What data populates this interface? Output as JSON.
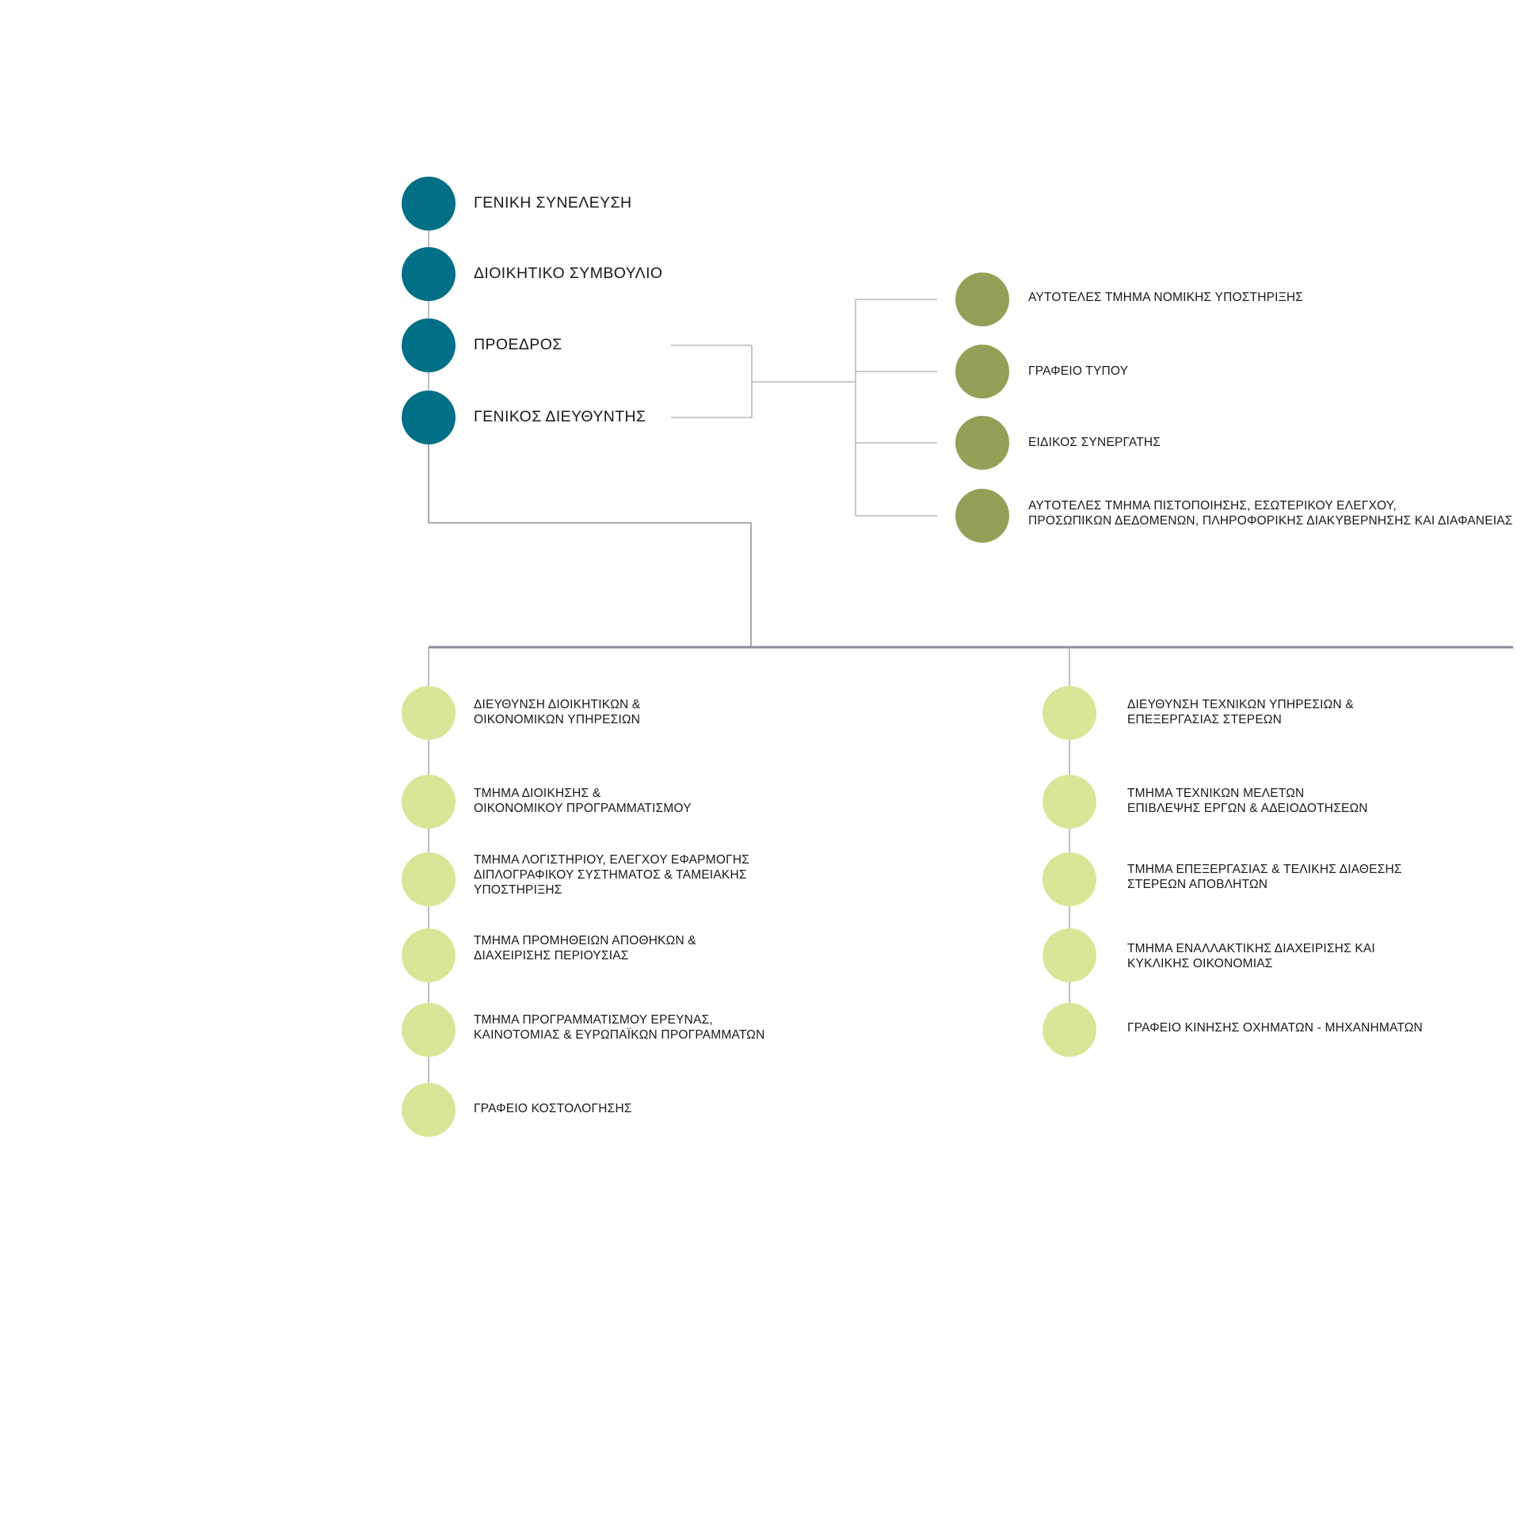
{
  "colors": {
    "top": "#016f85",
    "staff": "#93a057",
    "department": "#d8e697",
    "connector_light": "#a9a9b2",
    "connector_dark": "#8e8b9b"
  },
  "top_hierarchy": [
    {
      "label": "ΓΕΝΙΚΗ ΣΥΝΕΛΕΥΣΗ"
    },
    {
      "label": "ΔΙΟΙΚΗΤΙΚΟ ΣΥΜΒΟΥΛΙΟ"
    },
    {
      "label": "ΠΡΟΕΔΡΟΣ"
    },
    {
      "label": "ΓΕΝΙΚΟΣ ΔΙΕΥΘΥΝΤΗΣ"
    }
  ],
  "staff_units": [
    {
      "label": "ΑΥΤΟΤΕΛΕΣ ΤΜΗΜΑ ΝΟΜΙΚΗΣ ΥΠΟΣΤΗΡΙΞΗΣ"
    },
    {
      "label": "ΓΡΑΦΕΙΟ ΤΥΠΟΥ"
    },
    {
      "label": "ΕΙΔΙΚΟΣ ΣΥΝΕΡΓΑΤΗΣ"
    },
    {
      "label": "ΑΥΤΟΤΕΛΕΣ ΤΜΗΜΑ ΠΙΣΤΟΠΟΙΗΣΗΣ, ΕΣΩΤΕΡΙΚΟΥ ΕΛΕΓΧΟΥ,\nΠΡΟΣΩΠΙΚΩΝ ΔΕΔΟΜΕΝΩΝ, ΠΛΗΡΟΦΟΡΙΚΗΣ ΔΙΑΚΥΒΕΡΝΗΣΗΣ ΚΑΙ ΔΙΑΦΑΝΕΙΑΣ"
    }
  ],
  "directorates": [
    {
      "units": [
        {
          "label": "ΔΙΕΥΘΥΝΣΗ ΔΙΟΙΚΗΤΙΚΩΝ &\nΟΙΚΟΝΟΜΙΚΩΝ ΥΠΗΡΕΣΙΩΝ"
        },
        {
          "label": "ΤΜΗΜΑ ΔΙΟΙΚΗΣΗΣ &\nΟΙΚΟΝΟΜΙΚΟΥ ΠΡΟΓΡΑΜΜΑΤΙΣΜΟΥ"
        },
        {
          "label": "ΤΜΗΜΑ ΛΟΓΙΣΤΗΡΙΟΥ, ΕΛΕΓΧΟΥ ΕΦΑΡΜΟΓΗΣ\nΔΙΠΛΟΓΡΑΦΙΚΟΥ ΣΥΣΤΗΜΑΤΟΣ & ΤΑΜΕΙΑΚΗΣ\nΥΠΟΣΤΗΡΙΞΗΣ"
        },
        {
          "label": "ΤΜΗΜΑ ΠΡΟΜΗΘΕΙΩΝ ΑΠΟΘΗΚΩΝ &\nΔΙΑΧΕΙΡΙΣΗΣ ΠΕΡΙΟΥΣΙΑΣ"
        },
        {
          "label": "ΤΜΗΜΑ ΠΡΟΓΡΑΜΜΑΤΙΣΜΟΥ ΕΡΕΥΝΑΣ,\nΚΑΙΝΟΤΟΜΙΑΣ & ΕΥΡΩΠΑΪΚΩΝ ΠΡΟΓΡΑΜΜΑΤΩΝ"
        },
        {
          "label": "ΓΡΑΦΕΙΟ ΚΟΣΤΟΛΟΓΗΣΗΣ"
        }
      ]
    },
    {
      "units": [
        {
          "label": "ΔΙΕΥΘΥΝΣΗ  ΤΕΧΝΙΚΩΝ ΥΠΗΡΕΣΙΩΝ &\nΕΠΕΞΕΡΓΑΣΙΑΣ ΣΤΕΡΕΩΝ"
        },
        {
          "label": "ΤΜΗΜΑ ΤΕΧΝΙΚΩΝ ΜΕΛΕΤΩΝ\nΕΠΙΒΛΕΨΗΣ ΕΡΓΩΝ & ΑΔΕΙΟΔΟΤΗΣΕΩΝ"
        },
        {
          "label": "ΤΜΗΜΑ ΕΠΕΞΕΡΓΑΣΙΑΣ & ΤΕΛΙΚΗΣ ΔΙΑΘΕΣΗΣ\nΣΤΕΡΕΩΝ ΑΠΟΒΛΗΤΩΝ"
        },
        {
          "label": "ΤΜΗΜΑ ΕΝΑΛΛΑΚΤΙΚΗΣ ΔΙΑΧΕΙΡΙΣΗΣ ΚΑΙ\n ΚΥΚΛΙΚΗΣ ΟΙΚΟΝΟΜΙΑΣ"
        },
        {
          "label": "ΓΡΑΦΕΙΟ ΚΙΝΗΣΗΣ ΟΧΗΜΑΤΩΝ - ΜΗΧΑΝΗΜΑΤΩΝ"
        }
      ]
    }
  ]
}
